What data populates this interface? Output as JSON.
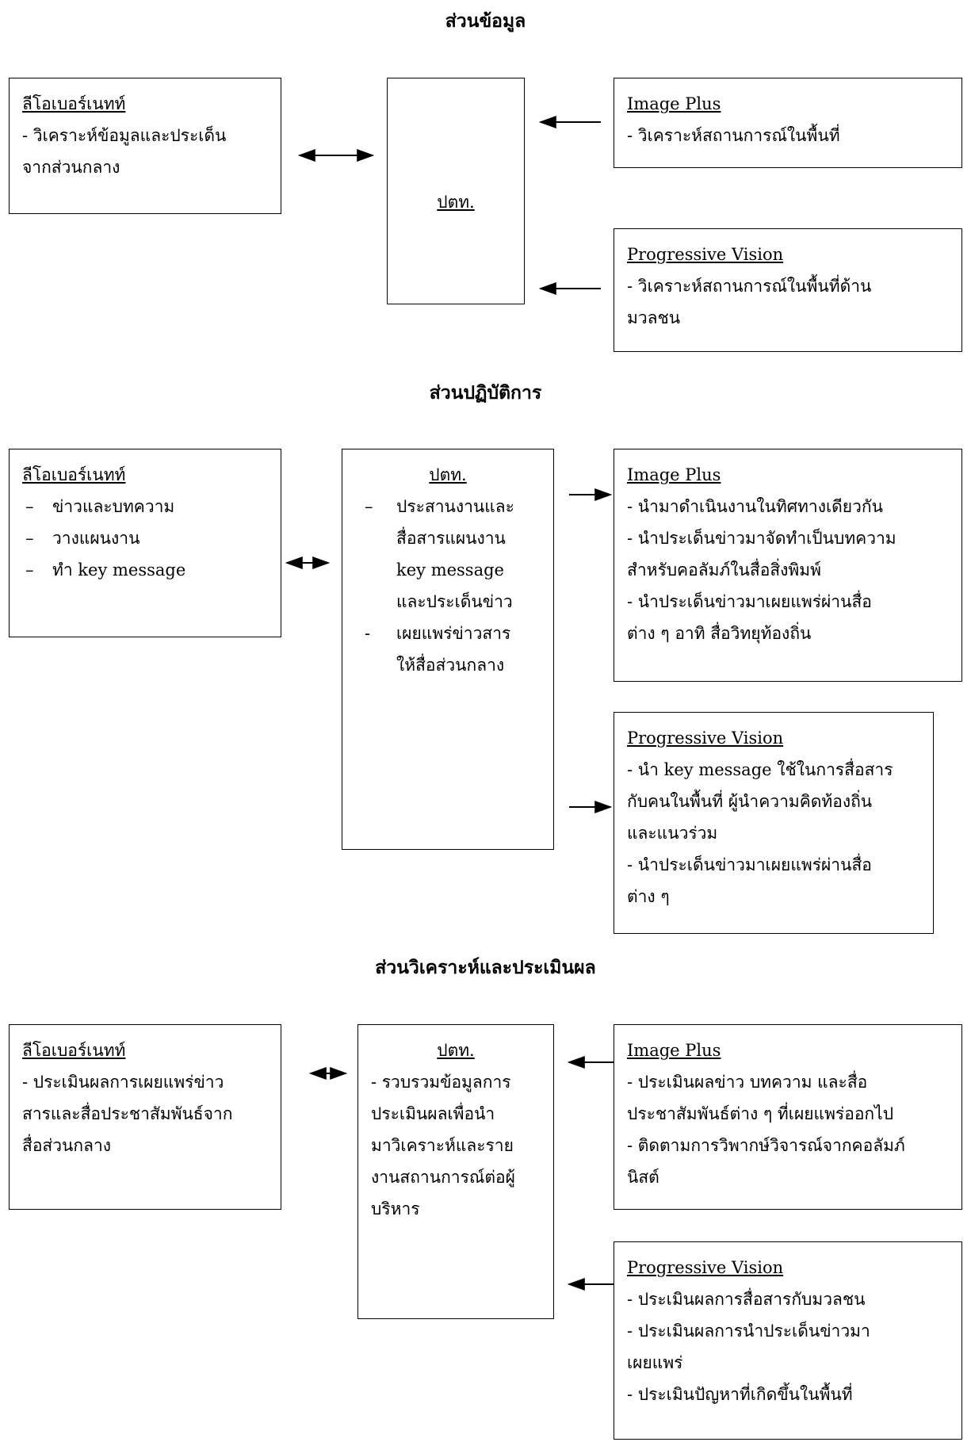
{
  "headings": {
    "info": "ส่วนข้อมูล",
    "operation": "ส่วนปฏิบัติการ",
    "analysis": "ส่วนวิเคราะห์และประเมินผล"
  },
  "info": {
    "leo": {
      "title": "ลีโอเบอร์เนทท์",
      "lines": [
        "- วิเคราะห์ข้อมูลและประเด็น",
        "จากส่วนกลาง"
      ]
    },
    "center": {
      "title": "ปตท."
    },
    "image": {
      "title": "Image Plus",
      "lines": [
        "- วิเคราะห์สถานการณ์ในพื้นที่"
      ]
    },
    "pv": {
      "title": "Progressive Vision",
      "lines": [
        "- วิเคราะห์สถานการณ์ในพื้นที่ด้าน",
        "มวลชน"
      ]
    }
  },
  "operation": {
    "leo": {
      "title": "ลีโอเบอร์เนทท์",
      "bullets": [
        "ข่าวและบทความ",
        "วางแผนงาน",
        "ทำ key message"
      ]
    },
    "center": {
      "title": "ปตท.",
      "bullets": [
        [
          "ประสานงานและ",
          "สื่อสารแผนงาน",
          "key message",
          "และประเด็นข่าว"
        ],
        [
          "เผยแพร่ข่าวสาร",
          "ให้สื่อส่วนกลาง"
        ]
      ]
    },
    "image": {
      "title": "Image Plus",
      "lines": [
        "- นำมาดำเนินงานในทิศทางเดียวกัน",
        "- นำประเด็นข่าวมาจัดทำเป็นบทความ",
        "สำหรับคอลัมภ์ในสื่อสิ่งพิมพ์",
        "- นำประเด็นข่าวมาเผยแพร่ผ่านสื่อ",
        "ต่าง ๆ อาทิ สื่อวิทยุท้องถิ่น"
      ]
    },
    "pv": {
      "title": "Progressive Vision",
      "lines": [
        "- นำ key message ใช้ในการสื่อสาร",
        "กับคนในพื้นที่ ผู้นำความคิดท้องถิ่น",
        "และแนวร่วม",
        "- นำประเด็นข่าวมาเผยแพร่ผ่านสื่อ",
        "ต่าง ๆ"
      ]
    }
  },
  "analysis": {
    "leo": {
      "title": "ลีโอเบอร์เนทท์",
      "lines": [
        "- ประเมินผลการเผยแพร่ข่าว",
        "สารและสื่อประชาสัมพันธ์จาก",
        "สื่อส่วนกลาง"
      ]
    },
    "center": {
      "title": "ปตท.",
      "lines": [
        "- รวบรวมข้อมูลการ",
        "ประเมินผลเพื่อนำ",
        "มาวิเคราะห์และราย",
        "งานสถานการณ์ต่อผู้",
        "บริหาร"
      ]
    },
    "image": {
      "title": "Image Plus",
      "lines": [
        "- ประเมินผลข่าว บทความ และสื่อ",
        "ประชาสัมพันธ์ต่าง ๆ ที่เผยแพร่ออกไป",
        "- ติดตามการวิพากษ์วิจารณ์จากคอลัมภ์",
        "นิสต์"
      ]
    },
    "pv": {
      "title": "Progressive Vision",
      "lines": [
        "- ประเมินผลการสื่อสารกับมวลชน",
        "- ประเมินผลการนำประเด็นข่าวมา",
        "เผยแพร่",
        "- ประเมินปัญหาที่เกิดขึ้นในพื้นที่"
      ]
    }
  }
}
